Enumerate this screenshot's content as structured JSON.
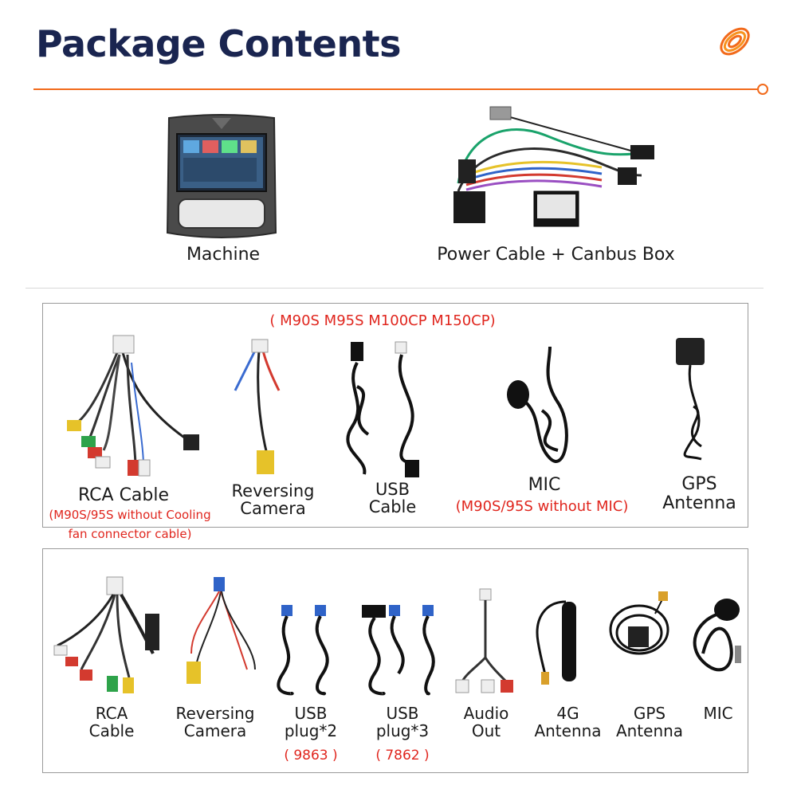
{
  "header": {
    "title": "Package Contents"
  },
  "top": {
    "machine_label": "Machine",
    "power_label": "Power Cable + Canbus Box"
  },
  "box1": {
    "models_note": "( M90S M95S M100CP M150CP)",
    "items": [
      {
        "label": "RCA Cable",
        "note_line1": "(M90S/95S without Cooling",
        "note_line2": "fan connector cable)"
      },
      {
        "label_line1": "Reversing",
        "label_line2": "Camera"
      },
      {
        "label_line1": "USB",
        "label_line2": "Cable"
      },
      {
        "label": "MIC",
        "note": "(M90S/95S without MIC)"
      },
      {
        "label_line1": "GPS",
        "label_line2": "Antenna"
      }
    ]
  },
  "box2": {
    "items": [
      {
        "label_line1": "RCA",
        "label_line2": "Cable"
      },
      {
        "label_line1": "Reversing",
        "label_line2": "Camera"
      },
      {
        "label_line1": "USB",
        "label_line2": "plug*2",
        "code": "( 9863 )"
      },
      {
        "label_line1": "USB",
        "label_line2": "plug*3",
        "code": "( 7862 )"
      },
      {
        "label_line1": "Audio",
        "label_line2": "Out"
      },
      {
        "label_line1": "4G",
        "label_line2": "Antenna"
      },
      {
        "label_line1": "GPS",
        "label_line2": "Antenna"
      },
      {
        "label": "MIC"
      }
    ]
  },
  "colors": {
    "title": "#1a2550",
    "accent": "#f26a1b",
    "note_red": "#e0261e"
  },
  "icons": [
    "brand-coil-logo-icon"
  ]
}
